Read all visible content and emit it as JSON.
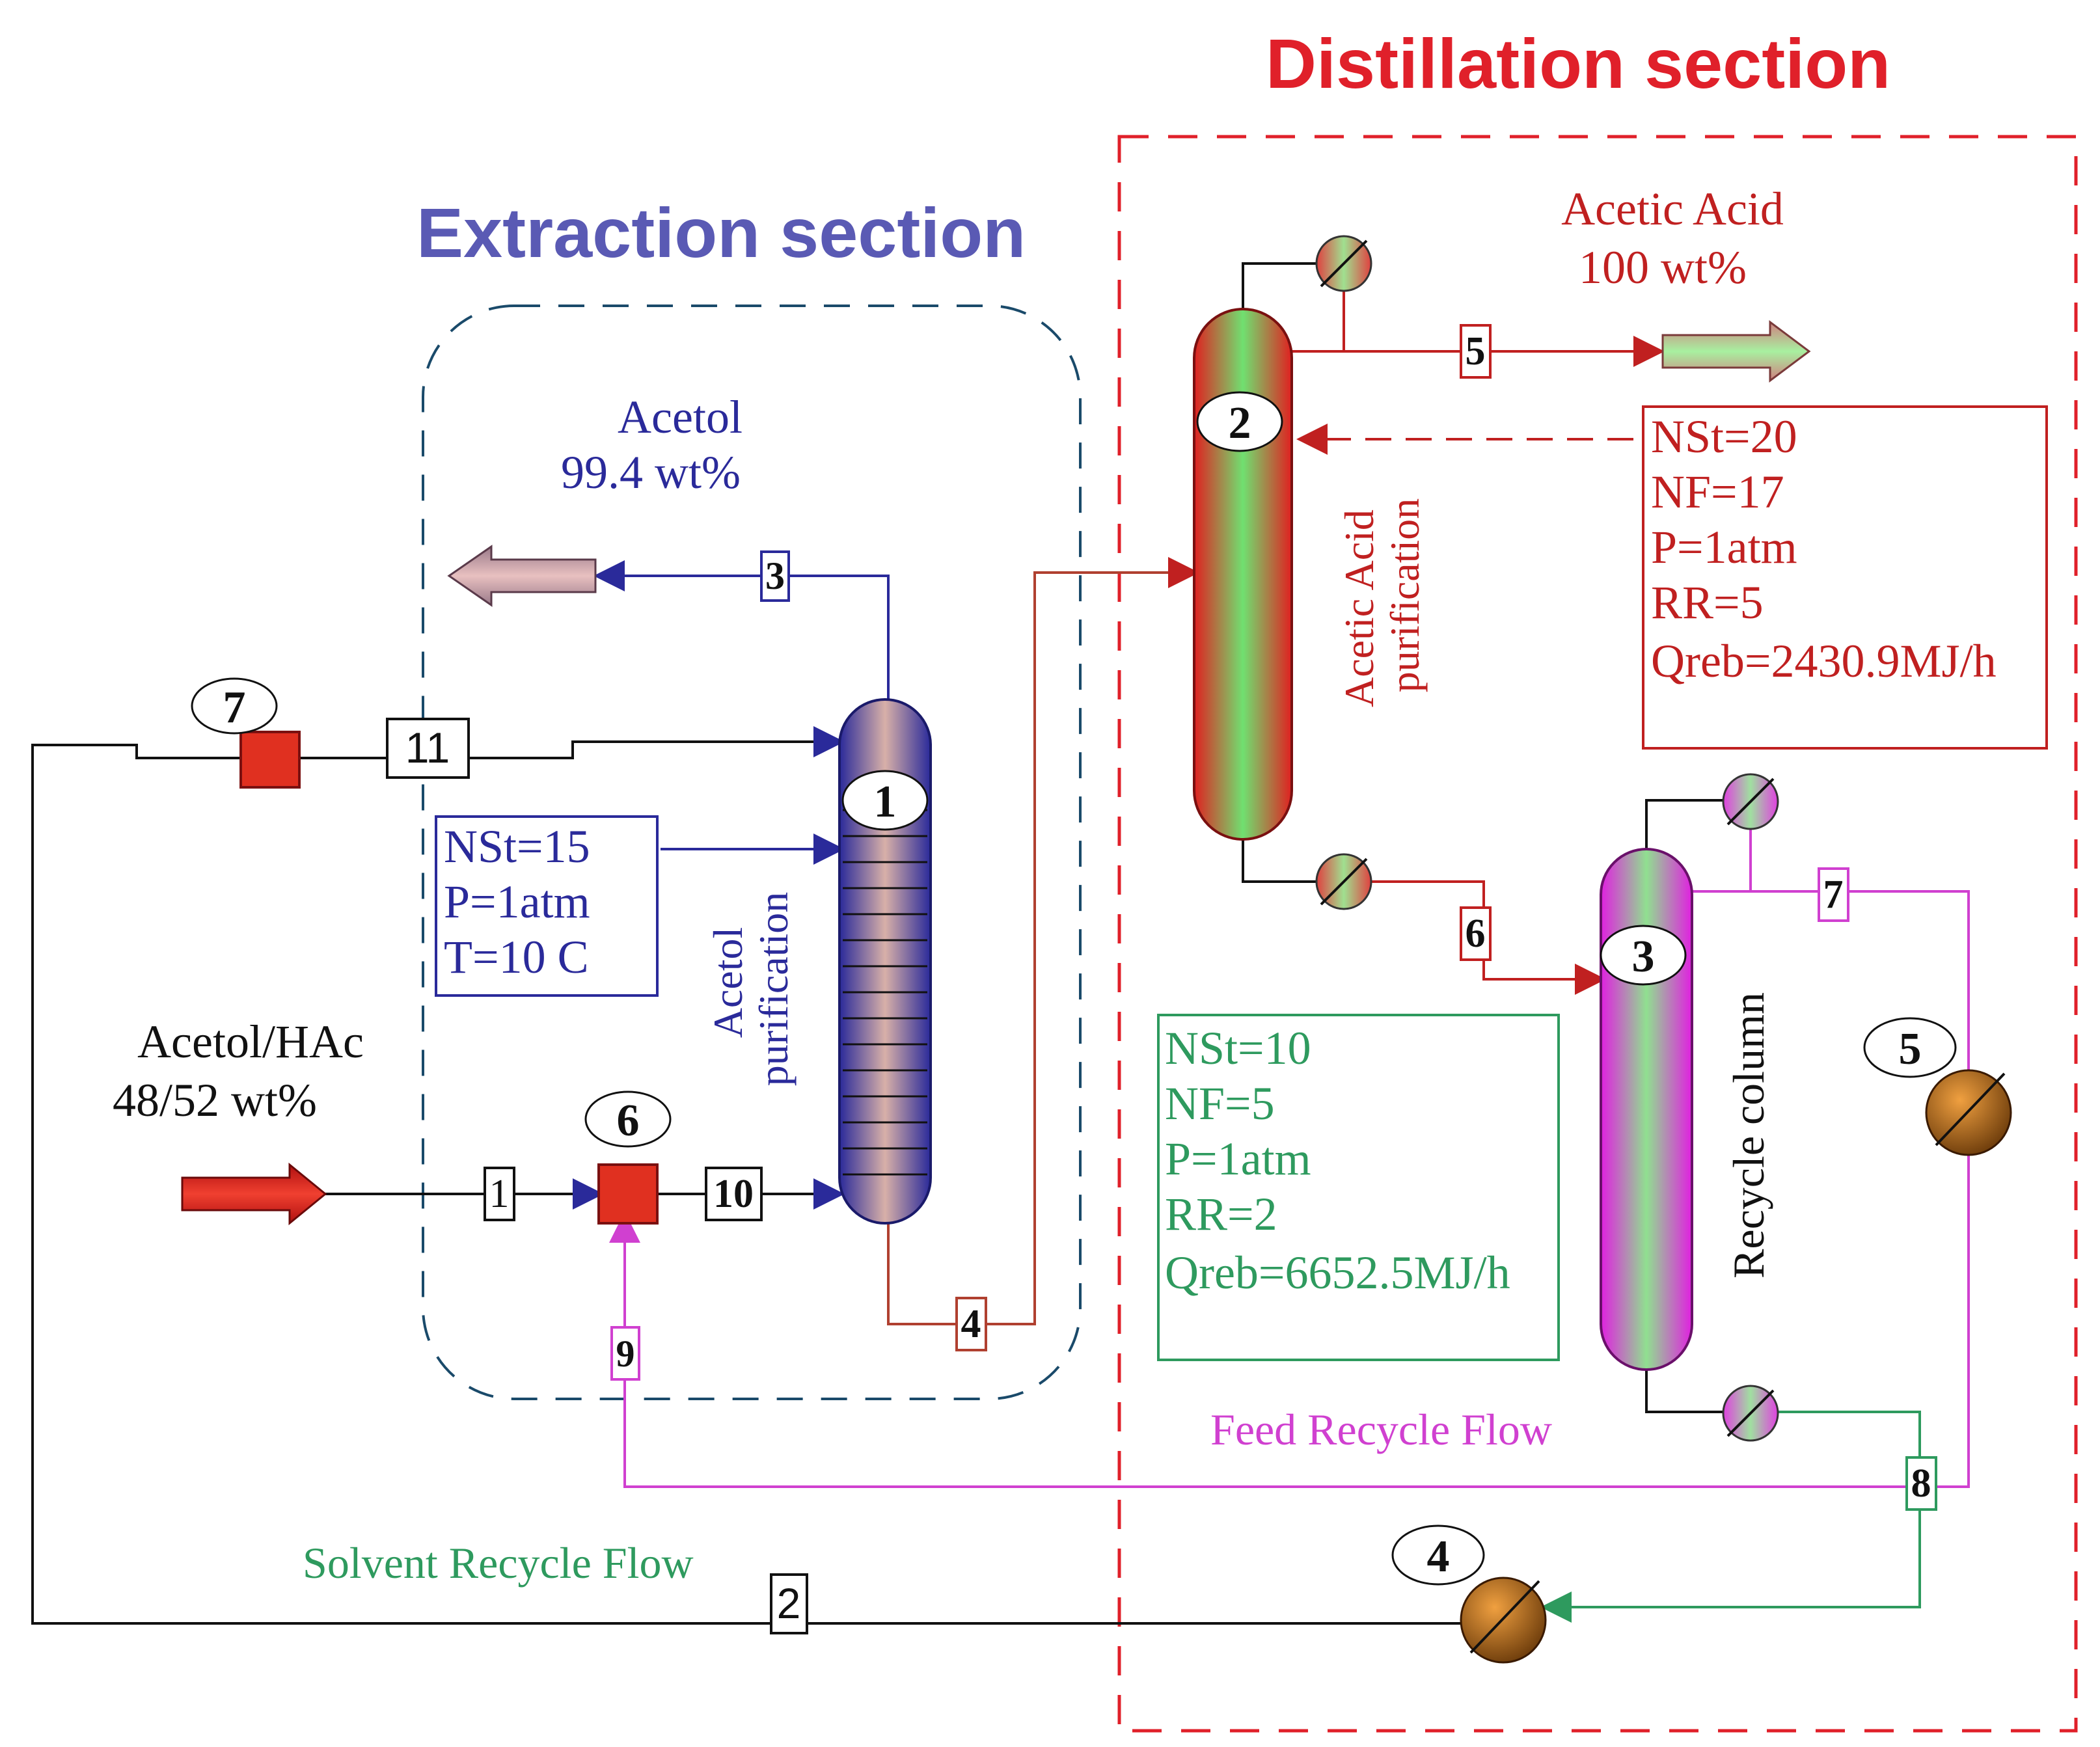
{
  "sections": {
    "distillation_title": "Distillation section",
    "extraction_title": "Extraction section"
  },
  "products": {
    "acetic_acid_name": "Acetic Acid",
    "acetic_acid_purity": "100 wt%",
    "acetol_name": "Acetol",
    "acetol_purity": "99.4 wt%",
    "feed_name": "Acetol/HAc",
    "feed_composition": "48/52 wt%"
  },
  "columns": {
    "col1": {
      "id": "1",
      "label_line1": "Acetol",
      "label_line2": "purification",
      "specs": [
        "NSt=15",
        "P=1atm",
        "T=10 C"
      ]
    },
    "col2": {
      "id": "2",
      "label_line1": "Acetic Acid",
      "label_line2": "purification",
      "specs": [
        "NSt=20",
        "NF=17",
        "P=1atm",
        "RR=5",
        "Qreb=2430.9MJ/h"
      ]
    },
    "col3": {
      "id": "3",
      "label": "Recycle column",
      "specs": [
        "NSt=10",
        "NF=5",
        "P=1atm",
        "RR=2",
        "Qreb=6652.5MJ/h"
      ]
    }
  },
  "streams": [
    "1",
    "2",
    "3",
    "4",
    "5",
    "6",
    "7",
    "8",
    "9",
    "10",
    "11"
  ],
  "equipment": {
    "mixer_6": "6",
    "mixer_7": "7",
    "exchanger_4": "4",
    "exchanger_5": "5"
  },
  "flows": {
    "feed_recycle": "Feed Recycle Flow",
    "solvent_recycle": "Solvent Recycle Flow"
  },
  "colors": {
    "distillation": "#e0202a",
    "extraction": "#5a5ab4",
    "column1": "#3b3ba8",
    "column2": "#e04040",
    "column3": "#e040e0",
    "feed_recycle": "#d040d0",
    "solvent_recycle": "#2e9a5e"
  }
}
